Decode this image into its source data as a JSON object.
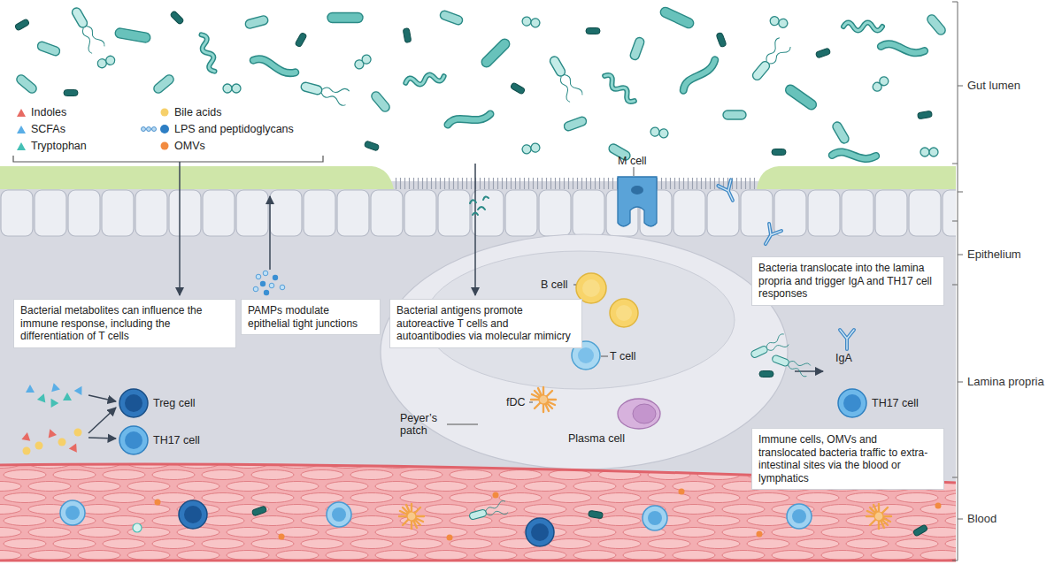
{
  "diagram": {
    "nodes": [
      {
        "text": [
          "Bacterial metabolites can influence the immune response, including the differentiation of T cells"
        ]
      },
      {
        "text": [
          "PAMPs modulate epithelial tight junctions"
        ]
      },
      {
        "text": [
          "Bacterial antigens promote autoreactive T cells and autoantibodies via molecular mimicry"
        ]
      },
      {
        "text": [
          "Bacteria translocate into the lamina propria and trigger IgA and TH17 cell responses"
        ]
      },
      {
        "text": [
          "Immune cells, OMVs and translocated bacteria traffic to extra-intestinal sites via the blood or lymphatics"
        ]
      }
    ],
    "labels": [
      "Gut lumen",
      "Epithelium",
      "Lamina propria",
      "Blood",
      "M cell",
      "B cell",
      "T cell",
      "fDC",
      "Plasma cell",
      "Peyer’s patch",
      "Treg cell",
      "TH17 cell",
      "IgA",
      "TH17 cell"
    ],
    "legend": [
      {
        "text": "Indoles",
        "color": "#e76a63"
      },
      {
        "text": "SCFAs",
        "color": "#5aaee6"
      },
      {
        "text": "Tryptophan",
        "color": "#45c0b5"
      },
      {
        "text": "Bile acids",
        "color": "#f6d06a"
      },
      {
        "text": "LPS and peptidoglycans",
        "color": "#2d7ec4"
      },
      {
        "text": "OMVs",
        "color": "#f28b40"
      }
    ]
  }
}
